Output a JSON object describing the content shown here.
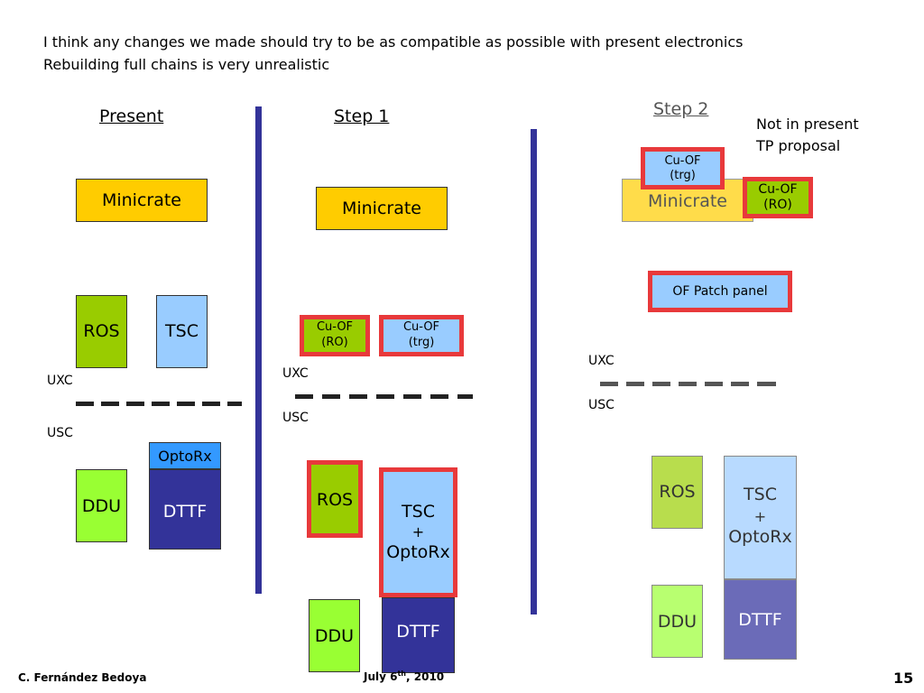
{
  "intro": {
    "line1": "I think any changes we made should try to be as compatible as possible with present electronics",
    "line2": "Rebuilding full chains is very unrealistic"
  },
  "present": {
    "heading": "Present",
    "minicrate": "Minicrate",
    "ros": "ROS",
    "tsc": "TSC",
    "uxc": "UXC",
    "usc": "USC",
    "optorx": "OptoRx",
    "ddu": "DDU",
    "dttf": "DTTF"
  },
  "step1": {
    "heading": "Step 1",
    "minicrate": "Minicrate",
    "cuof_ro_line1": "Cu-OF",
    "cuof_ro_line2": "(RO)",
    "cuof_trg_line1": "Cu-OF",
    "cuof_trg_line2": "(trg)",
    "uxc": "UXC",
    "usc": "USC",
    "ros": "ROS",
    "tsc_line1": "TSC",
    "tsc_line2": "+",
    "tsc_line3": "OptoRx",
    "ddu": "DDU",
    "dttf": "DTTF"
  },
  "step2": {
    "heading": "Step 2",
    "note_line1": "Not in present",
    "note_line2": "TP proposal",
    "cuof_trg_line1": "Cu-OF",
    "cuof_trg_line2": "(trg)",
    "minicrate": "Minicrate",
    "cuof_ro_line1": "Cu-OF",
    "cuof_ro_line2": "(RO)",
    "patch_panel": "OF Patch panel",
    "uxc": "UXC",
    "usc": "USC",
    "ros": "ROS",
    "tsc_line1": "TSC",
    "tsc_line2": "+",
    "tsc_line3": "OptoRx",
    "ddu": "DDU",
    "dttf": "DTTF"
  },
  "footer": {
    "author": "C. Fernández Bedoya",
    "date_prefix": "July 6",
    "date_sup": "th",
    "date_suffix": ", 2010",
    "page": "15"
  },
  "colors": {
    "ros_green": "#99cc00",
    "ddu_green": "#99ff33",
    "tsc_blue": "#99ccff",
    "minicrate_yellow": "#ffcc00",
    "dttf_navy": "#333399",
    "highlight_red": "#e8393b"
  }
}
